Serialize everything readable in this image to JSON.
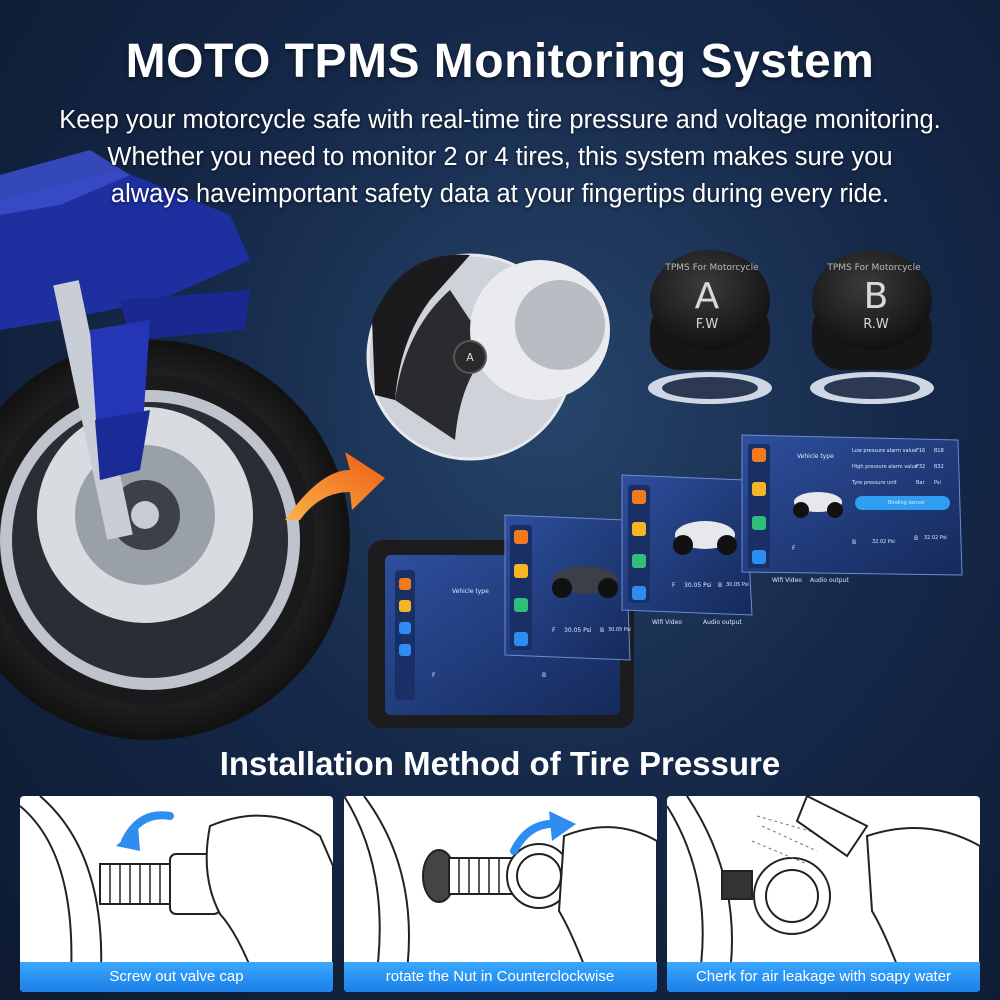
{
  "header": {
    "title": "MOTO TPMS Monitoring System",
    "subtitle_lines": [
      "Keep your motorcycle safe with real-time tire pressure and voltage monitoring.",
      "Whether you need to monitor 2 or 4 tires, this system makes sure you",
      "always haveimportant safety data at your fingertips during every ride."
    ]
  },
  "sensors": {
    "front": {
      "ring_text": "TPMS For Motorcycle",
      "letter": "A",
      "code": "F.W"
    },
    "rear": {
      "ring_text": "TPMS For Motorcycle",
      "letter": "B",
      "code": "R.W"
    }
  },
  "screens": {
    "main": {
      "vehicle_label": "Vehicle type",
      "f_label": "F",
      "b_label": "B"
    },
    "card1": {
      "f_label": "F",
      "f_value": "30.05 Psi",
      "b_label": "B",
      "b_value": "30.05 Psi",
      "menu_a": "Wifi Video",
      "menu_b": "Audio output"
    },
    "card2": {
      "f_label": "F",
      "f_value": "30.05 Psi",
      "b_label": "B",
      "b_value": "30.05 Psi",
      "menu_a": "Wifi Video",
      "menu_b": "Audio output"
    },
    "card3": {
      "vehicle_label": "Vehicle type",
      "low_alarm": "Low pressure alarm value",
      "low_f": "F16",
      "low_b": "B18",
      "high_alarm": "High pressure alarm value",
      "high_f": "F32",
      "high_b": "B32",
      "unit_label": "Tyre pressure unit",
      "unit_bar": "Bar",
      "unit_psi": "Psi",
      "binding": "Binding sensor",
      "f_label": "F",
      "f_value": "32.02 Psi",
      "b_label": "B",
      "b_value": "32.02 Psi"
    }
  },
  "installation": {
    "title": "Installation Method of Tire Pressure",
    "steps": [
      {
        "caption": "Screw out valve cap"
      },
      {
        "caption": "rotate the Nut in Counterclockwise"
      },
      {
        "caption": "Cherk for air leakage with soapy water"
      }
    ]
  },
  "colors": {
    "background": "#16294a",
    "accent_blue": "#1c7fe6",
    "arrow_orange": "#f47a1f",
    "bike_blue": "#2233aa"
  }
}
